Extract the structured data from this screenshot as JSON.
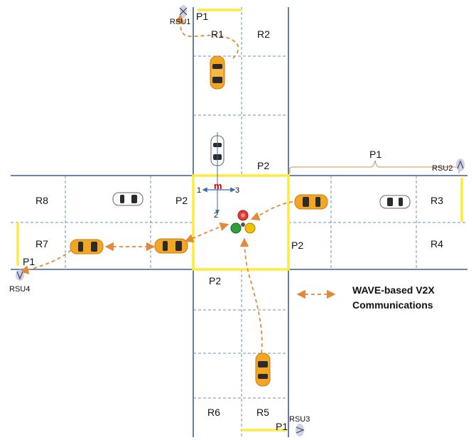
{
  "lanes": [
    "R1",
    "R2",
    "R3",
    "R4",
    "R5",
    "R6",
    "R7",
    "R8"
  ],
  "zones": {
    "p1": "P1",
    "p2": "P2"
  },
  "rsus": [
    "RSU1",
    "RSU2",
    "RSU3",
    "RSU4"
  ],
  "vehicle_marker": {
    "label": "m",
    "axis_left": "1",
    "axis_right": "3",
    "axis_down": "2"
  },
  "legend": {
    "line1": "WAVE-based V2X",
    "line2": "Communications"
  },
  "colors": {
    "road_edge": "#3e5f86",
    "lane_divider": "#6d8fb8",
    "boundary": "#ffeb3b",
    "communication": "#e38a3a",
    "car_orange": "#f2a623",
    "car_white": "#ffffff",
    "light_red": "#e53935",
    "light_green": "#2e9e3e",
    "light_yellow": "#f2c200"
  }
}
